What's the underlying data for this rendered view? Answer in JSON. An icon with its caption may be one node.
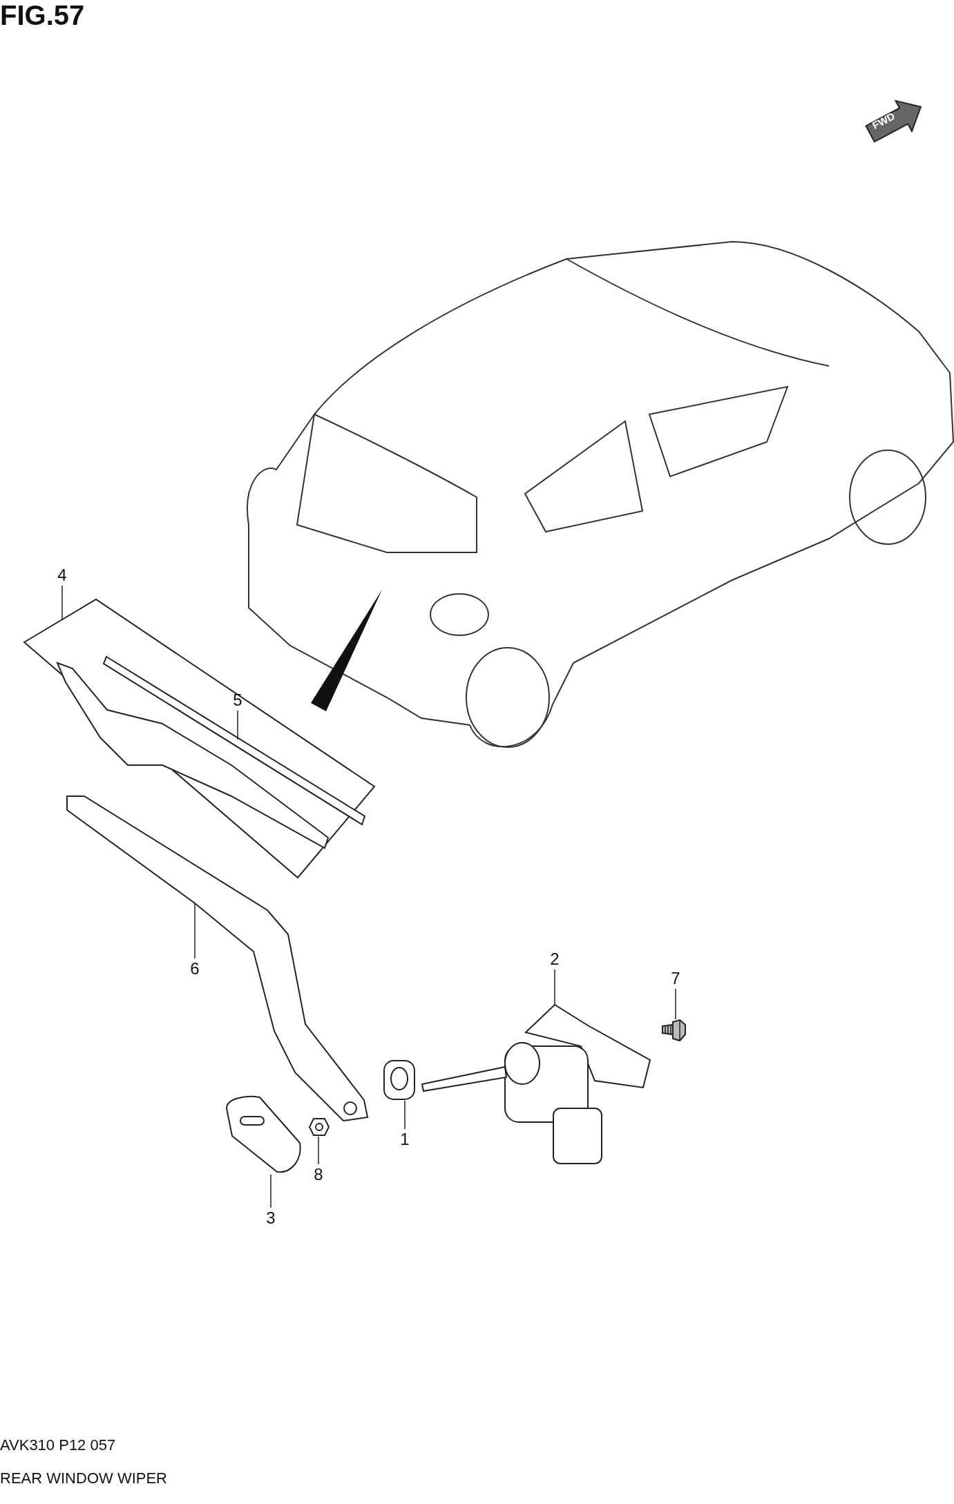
{
  "diagram": {
    "title": "FIG.57",
    "nodes": [
      {
        "text": [
          "4"
        ]
      },
      {
        "text": [],
        "shape": "box"
      },
      {
        "text": [
          "5"
        ],
        "in": 1
      },
      {
        "text": [],
        "shape": "picture",
        "in": 1
      },
      {
        "text": [
          "6"
        ]
      },
      {
        "text": [],
        "shape": "picture"
      },
      {
        "text": [
          "2"
        ]
      },
      {
        "text": [],
        "shape": "picture"
      },
      {
        "text": [
          "7"
        ]
      },
      {
        "text": [],
        "shape": "picture"
      },
      {
        "text": [
          "1"
        ]
      },
      {
        "text": [],
        "shape": "picture"
      },
      {
        "text": [
          "8"
        ]
      },
      {
        "text": [],
        "shape": "picture"
      },
      {
        "text": [
          "3"
        ]
      },
      {
        "text": [],
        "shape": "picture"
      }
    ],
    "edges": [
      {
        "from": 0,
        "to": 1,
        "arrow": "none"
      },
      {
        "from": 2,
        "to": 3,
        "arrow": "none"
      },
      {
        "from": 4,
        "to": 5,
        "arrow": "none"
      },
      {
        "from": 6,
        "to": 7,
        "arrow": "none"
      },
      {
        "from": 8,
        "to": 9,
        "arrow": "none"
      },
      {
        "from": 10,
        "to": 11,
        "arrow": "none"
      },
      {
        "from": 12,
        "to": 13,
        "arrow": "none"
      },
      {
        "from": 14,
        "to": 15,
        "arrow": "none"
      }
    ],
    "labels": [
      "FWD",
      "AVK310 P12 057",
      "REAR WINDOW WIPER"
    ]
  }
}
